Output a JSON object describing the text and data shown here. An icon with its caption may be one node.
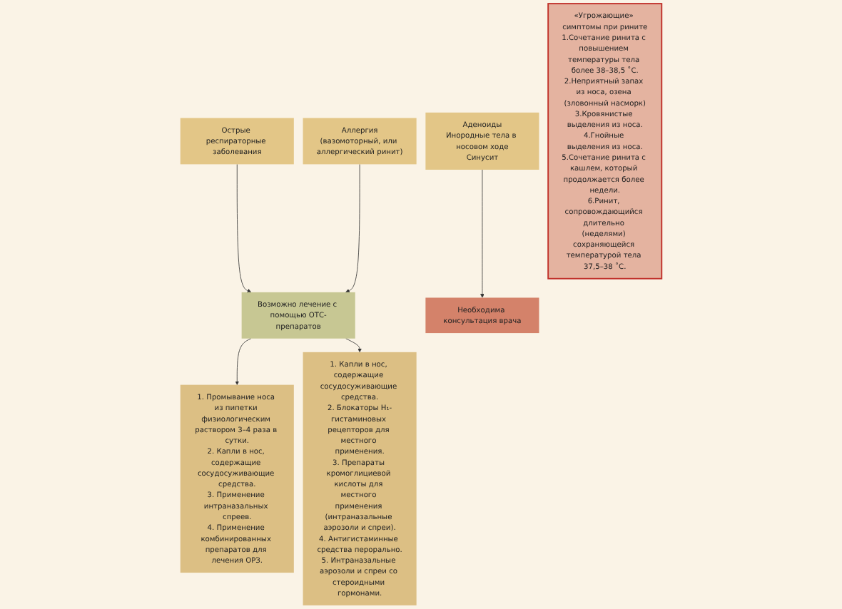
{
  "diagram": {
    "nodes": [
      {
        "text": [
          "Острые респираторные заболевания"
        ]
      },
      {
        "text": [
          "Аллергия",
          "(вазомоторный, или аллергический ринит)"
        ]
      },
      {
        "text": [
          "Аденоиды",
          "Инородные тела в носовом ходе",
          "Синусит"
        ]
      },
      {
        "text": [
          "Возможно лечение с помощью ОТС-препаратов"
        ]
      },
      {
        "text": [
          "Необходима консультация врача"
        ]
      },
      {
        "text": [
          "1. Промывание носа из пипетки физиологическим раствором 3–4 раза в сутки.",
          "2. Капли в нос, содержащие сосудосуживающие средства.",
          "3. Применение интраназальных спреев.",
          "4. Применение комбинированных препаратов для лечения ОРЗ."
        ]
      },
      {
        "text": [
          "1. Капли в нос, содержащие сосудосуживающие средства.",
          "2. Блокаторы H₁-гистаминовых рецепторов для местного применения.",
          "3. Препараты кромоглициевой кислоты для местного применения (интраназальные аэрозоли и спреи).",
          "4. Антигистаминные средства перорально.",
          "5. Интраназальные аэрозоли и спреи со стероидными гормонами."
        ]
      },
      {
        "text": [
          "«Угрожающие» симптомы при рините",
          "1.Сочетание ринита с повышением температуры тела более 38–38,5 ˚С.",
          "2.Неприятный запах из носа, озена (зловонный насморк)",
          "3.Кровянистые выделения из носа.",
          "4.Гнойные выделения из носа.",
          "5.Сочетание ринита с кашлем, который продолжается более недели.",
          "6.Ринит, сопровождающийся длительно (неделями) сохраняющейся температурой тела 37,5–38 ˚С."
        ]
      }
    ],
    "edges": [
      {
        "from": 0,
        "to": 3,
        "arrow": "to"
      },
      {
        "from": 1,
        "to": 3,
        "arrow": "to"
      },
      {
        "from": 2,
        "to": 4,
        "arrow": "to"
      },
      {
        "from": 3,
        "to": 5,
        "arrow": "to"
      },
      {
        "from": 3,
        "to": 6,
        "arrow": "to"
      }
    ]
  }
}
